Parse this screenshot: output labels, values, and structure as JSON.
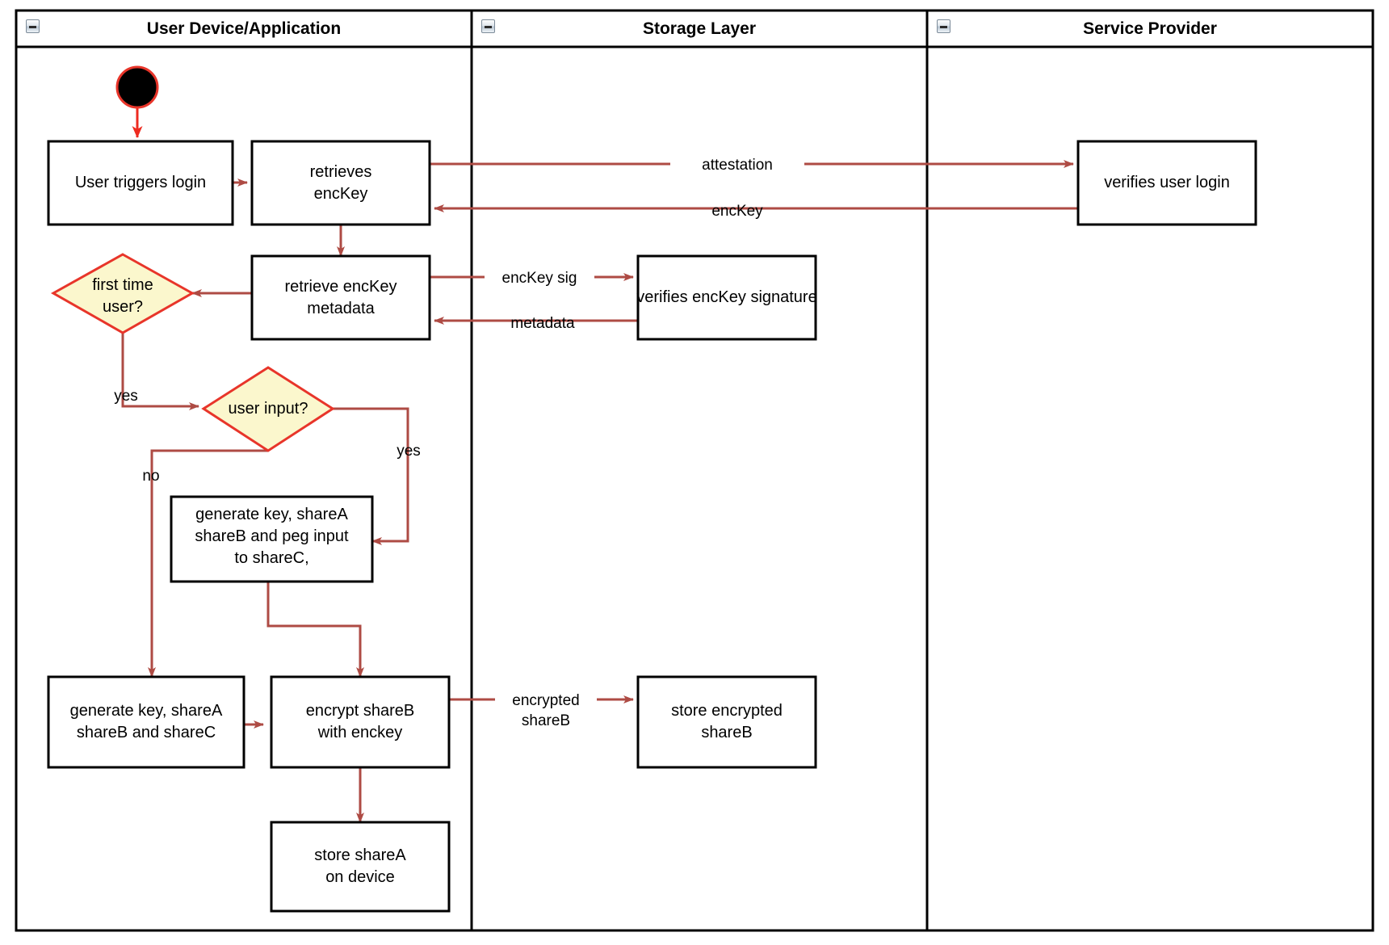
{
  "diagram": {
    "type": "uml-activity-swimlane",
    "title_font_weight": "bold",
    "colors": {
      "frame_stroke": "#000000",
      "node_stroke": "#000000",
      "decision_stroke": "#e8352a",
      "decision_fill": "#fbf7cd",
      "connector": "#ae4b44",
      "start_node_fill": "#000000",
      "start_node_stroke": "#e8352a",
      "start_arrow": "#ee2b20",
      "background": "#ffffff"
    }
  },
  "lanes": [
    {
      "id": "lane-user-device",
      "title": "User Device/Application",
      "collapse_icon": "collapse-icon"
    },
    {
      "id": "lane-storage",
      "title": "Storage Layer",
      "collapse_icon": "collapse-icon"
    },
    {
      "id": "lane-service-provider",
      "title": "Service Provider",
      "collapse_icon": "collapse-icon"
    }
  ],
  "nodes": [
    {
      "id": "start",
      "shape": "initial-node",
      "lane": "lane-user-device",
      "label": ""
    },
    {
      "id": "user-triggers-login",
      "shape": "action",
      "lane": "lane-user-device",
      "label": "User triggers login"
    },
    {
      "id": "retrieves-enckey",
      "shape": "action",
      "lane": "lane-user-device",
      "label": "retrieves\nencKey"
    },
    {
      "id": "retrieve-enckey-metadata",
      "shape": "action",
      "lane": "lane-user-device",
      "label": "retrieve encKey\nmetadata"
    },
    {
      "id": "first-time-user",
      "shape": "decision",
      "lane": "lane-user-device",
      "label": "first time\nuser?"
    },
    {
      "id": "user-input",
      "shape": "decision",
      "lane": "lane-user-device",
      "label": "user input?"
    },
    {
      "id": "generate-peg",
      "shape": "action",
      "lane": "lane-user-device",
      "label": "generate key, shareA\nshareB and peg input\nto shareC,"
    },
    {
      "id": "generate-shares",
      "shape": "action",
      "lane": "lane-user-device",
      "label": "generate key, shareA\nshareB and shareC"
    },
    {
      "id": "encrypt-shareb",
      "shape": "action",
      "lane": "lane-user-device",
      "label": "encrypt shareB\nwith enckey"
    },
    {
      "id": "store-sharea",
      "shape": "action",
      "lane": "lane-user-device",
      "label": "store shareA\non device"
    },
    {
      "id": "verifies-enckey-signature",
      "shape": "action",
      "lane": "lane-storage",
      "label": "verifies encKey signature"
    },
    {
      "id": "store-encrypted-shareb",
      "shape": "action",
      "lane": "lane-storage",
      "label": "store encrypted\nshareB"
    },
    {
      "id": "verifies-user-login",
      "shape": "action",
      "lane": "lane-service-provider",
      "label": "verifies user login"
    }
  ],
  "edges": [
    {
      "id": "e-start",
      "from": "start",
      "to": "user-triggers-login",
      "label": ""
    },
    {
      "id": "e-login",
      "from": "user-triggers-login",
      "to": "retrieves-enckey",
      "label": ""
    },
    {
      "id": "e-attestation",
      "from": "retrieves-enckey",
      "to": "verifies-user-login",
      "label": "attestation"
    },
    {
      "id": "e-enckey",
      "from": "verifies-user-login",
      "to": "retrieves-enckey",
      "label": "encKey"
    },
    {
      "id": "e-meta-down",
      "from": "retrieves-enckey",
      "to": "retrieve-enckey-metadata",
      "label": ""
    },
    {
      "id": "e-enckey-sig",
      "from": "retrieve-enckey-metadata",
      "to": "verifies-enckey-signature",
      "label": "encKey sig"
    },
    {
      "id": "e-metadata",
      "from": "verifies-enckey-signature",
      "to": "retrieve-enckey-metadata",
      "label": "metadata"
    },
    {
      "id": "e-to-firsttime",
      "from": "retrieve-enckey-metadata",
      "to": "first-time-user",
      "label": ""
    },
    {
      "id": "e-yes-1",
      "from": "first-time-user",
      "to": "user-input",
      "label": "yes"
    },
    {
      "id": "e-yes-2",
      "from": "user-input",
      "to": "generate-peg",
      "label": "yes"
    },
    {
      "id": "e-no",
      "from": "user-input",
      "to": "generate-shares",
      "label": "no"
    },
    {
      "id": "e-peg-encrypt",
      "from": "generate-peg",
      "to": "encrypt-shareb",
      "label": ""
    },
    {
      "id": "e-shares-enc",
      "from": "generate-shares",
      "to": "encrypt-shareb",
      "label": ""
    },
    {
      "id": "e-encrypted",
      "from": "encrypt-shareb",
      "to": "store-encrypted-shareb",
      "label": "encrypted\nshareB"
    },
    {
      "id": "e-store-sharea",
      "from": "encrypt-shareb",
      "to": "store-sharea",
      "label": ""
    }
  ],
  "labels": {
    "lane1_title": "User Device/Application",
    "lane2_title": "Storage Layer",
    "lane3_title": "Service Provider",
    "n_user_triggers_login": "User triggers login",
    "n_retrieves_l1": "retrieves",
    "n_retrieves_l2": "encKey",
    "n_retrieve_meta_l1": "retrieve encKey",
    "n_retrieve_meta_l2": "metadata",
    "n_first_time_l1": "first time",
    "n_first_time_l2": "user?",
    "n_user_input": "user input?",
    "n_generate_peg_l1": "generate key, shareA",
    "n_generate_peg_l2": "shareB and peg input",
    "n_generate_peg_l3": "to shareC,",
    "n_generate_shares_l1": "generate key, shareA",
    "n_generate_shares_l2": "shareB and shareC",
    "n_encrypt_l1": "encrypt shareB",
    "n_encrypt_l2": "with enckey",
    "n_store_sharea_l1": "store shareA",
    "n_store_sharea_l2": "on device",
    "n_verifies_sig": "verifies encKey signature",
    "n_store_enc_l1": "store encrypted",
    "n_store_enc_l2": "shareB",
    "n_verifies_login": "verifies user login",
    "e_attestation": "attestation",
    "e_enckey": "encKey",
    "e_enckey_sig": "encKey sig",
    "e_metadata": "metadata",
    "e_yes_1": "yes",
    "e_yes_2": "yes",
    "e_no": "no",
    "e_encrypted_l1": "encrypted",
    "e_encrypted_l2": "shareB"
  }
}
